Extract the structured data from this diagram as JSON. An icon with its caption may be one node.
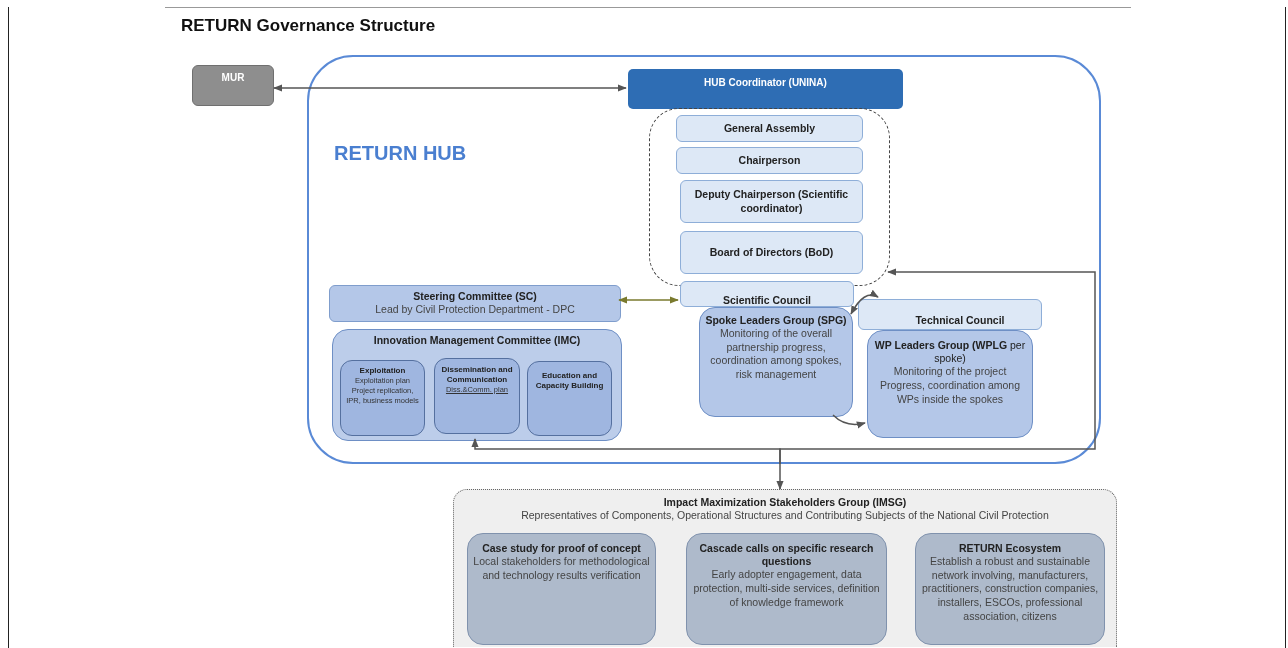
{
  "diagram": {
    "title": "RETURN Governance Structure",
    "nodes": [
      {
        "text": [
          "MUR"
        ]
      },
      {
        "text": [
          "RETURN HUB"
        ]
      },
      {
        "text": [
          "HUB Coordinator (UNINA)"
        ],
        "in": 1
      },
      {
        "text": [],
        "shape": "box",
        "in": 1
      },
      {
        "text": [
          "General Assembly"
        ],
        "in": 3
      },
      {
        "text": [
          "Chairperson"
        ],
        "in": 3
      },
      {
        "text": [
          "Deputy Chairperson (Scientific coordinator)"
        ],
        "in": 3
      },
      {
        "text": [
          "Board of Directors (BoD)"
        ],
        "in": 3
      },
      {
        "text": [
          "Scientific Council"
        ],
        "in": 1
      },
      {
        "text": [
          "Spoke Leaders Group (SPG)",
          "Monitoring of the overall partnership progress, coordination among spokes, risk management"
        ],
        "in": 1
      },
      {
        "text": [
          "Technical Council"
        ],
        "in": 1
      },
      {
        "text": [
          "**WP Leaders Group (WPLG** per spoke)",
          "Monitoring of the project Progress, coordination among WPs inside the spokes"
        ],
        "in": 1
      },
      {
        "text": [
          "Steering Committee (SC)",
          "Lead by Civil Protection Department - DPC"
        ],
        "in": 1
      },
      {
        "text": [
          "Innovation  Management Committee (IMC)"
        ],
        "in": 1
      },
      {
        "text": [
          "Exploitation",
          "Exploitation plan Project replication, IPR, business models"
        ],
        "in": 13
      },
      {
        "text": [
          "Dissemination and Communication",
          "Diss.&Comm. plan"
        ],
        "in": 13
      },
      {
        "text": [
          "Education and Capacity Building"
        ],
        "in": 13
      },
      {
        "text": [
          "Impact Maximization Stakeholders Group (IMSG)",
          "Representatives of Components, Operational Structures and Contributing Subjects of the National Civil Protection"
        ]
      },
      {
        "text": [
          "Case study for proof of concept",
          "Local stakeholders for methodological and technology results verification"
        ],
        "in": 17
      },
      {
        "text": [
          "Cascade calls on specific research questions",
          "Early adopter engagement, data protection, multi-side services, definition of knowledge framework"
        ],
        "in": 17
      },
      {
        "text": [
          "RETURN Ecosystem",
          "Establish a robust and sustainable network involving, manufacturers, practitioners, construction companies, installers, ESCOs, professional association, citizens"
        ],
        "in": 17
      }
    ],
    "edges": [
      {
        "from": 0,
        "to": 2,
        "arrow": "both"
      },
      {
        "from": 12,
        "to": 8,
        "arrow": "both",
        "color": "#7a7a2e"
      },
      {
        "from": 9,
        "to": 10,
        "arrow": "both"
      },
      {
        "from": 9,
        "to": 11,
        "arrow": "to"
      },
      {
        "from": 1,
        "to": 13,
        "arrow": "to"
      },
      {
        "from": 1,
        "to": 3,
        "arrow": "to"
      },
      {
        "from": 1,
        "to": 17,
        "arrow": "to"
      }
    ]
  }
}
